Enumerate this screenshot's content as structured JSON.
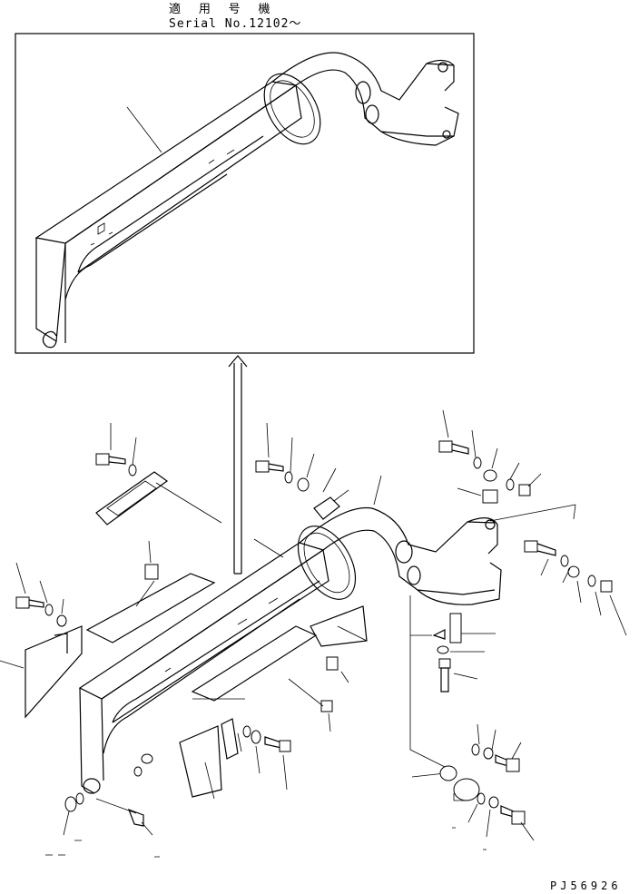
{
  "header": {
    "applicable_machine": "適 用 号 機",
    "serial_range": "Serial No.12102～"
  },
  "figure": {
    "code": "PJ56926",
    "inset": {
      "subject": "frame-assembly-later-serial"
    },
    "main": {
      "subject": "frame-assembly-exploded"
    }
  },
  "icons": {
    "arrow": "arrow-up-icon",
    "bolt": "bolt-icon",
    "washer": "washer-icon",
    "nut": "nut-icon",
    "plate": "plate-icon",
    "pin": "pin-icon"
  }
}
